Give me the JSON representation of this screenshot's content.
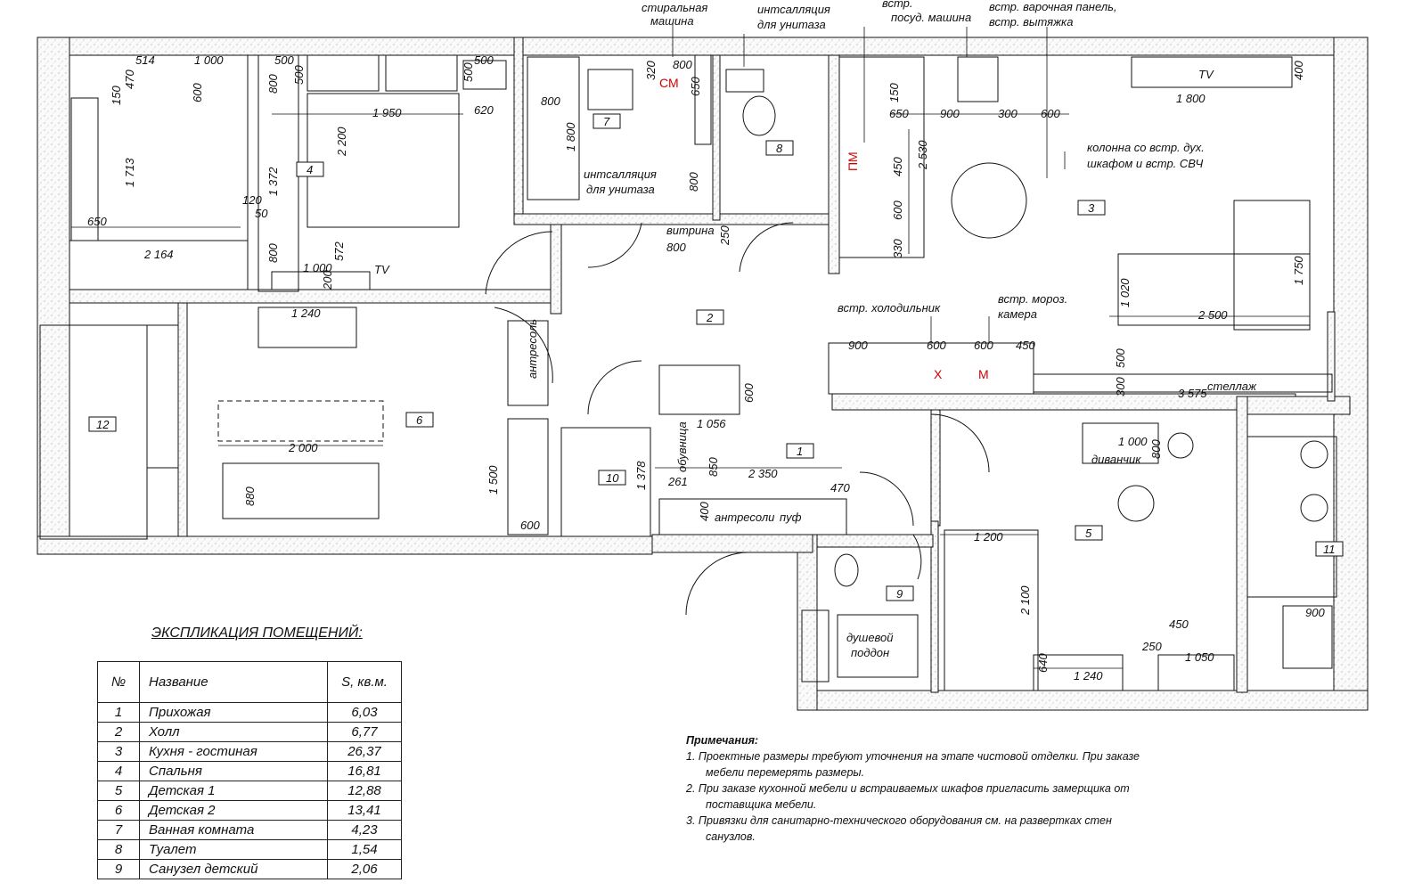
{
  "callouts": {
    "washing_machine": [
      "стиральная",
      "машина"
    ],
    "toilet_install_top": [
      "интсалляция",
      "для унитаза"
    ],
    "dishwasher": [
      "встр.",
      "посуд. машина"
    ],
    "hob": [
      "встр. варочная панель,",
      "встр. вытяжка"
    ],
    "oven_column": [
      "колонна со встр.  дух.",
      "шкафом и встр. СВЧ"
    ],
    "fridge": "встр. холодильник",
    "freezer": [
      "встр. мороз.",
      "камера"
    ],
    "toilet_install_bath": [
      "интсалляция",
      "для унитаза"
    ]
  },
  "labels": {
    "tv_kitchen": "TV",
    "tv_bedroom": "TV",
    "vitrina": "витрина",
    "antresol": "антресоль",
    "obuvnitsa": "обувница",
    "antresoli": "антресоли",
    "puf": "пуф",
    "stellazh": "стеллаж",
    "divanchik": "диванчик",
    "shower": [
      "душевой",
      "поддон"
    ],
    "cm": "СМ",
    "pm": "ПМ",
    "fridge_mark": "Х",
    "freezer_mark": "М"
  },
  "room_numbers": [
    "1",
    "2",
    "3",
    "4",
    "5",
    "6",
    "7",
    "8",
    "9",
    "10",
    "11",
    "12"
  ],
  "dimensions": {
    "d514": "514",
    "d1000a": "1 000",
    "d470": "470",
    "d150a": "150",
    "d600a": "600",
    "d1713": "1 713",
    "d650a": "650",
    "d2164": "2 164",
    "d120": "120",
    "d50": "50",
    "d500a": "500",
    "d500b": "500",
    "d800a": "800",
    "d1372": "1 372",
    "d1950": "1 950",
    "d2200": "2 200",
    "d500c": "500",
    "d500d": "500",
    "d620": "620",
    "d800b": "800",
    "d1000b": "1 000",
    "d572": "572",
    "d200": "200",
    "d800c": "800",
    "d1800a": "1 800",
    "d800d": "800",
    "d320": "320",
    "d800e": "800",
    "d650b": "650",
    "d800f": "800",
    "d250a": "250",
    "d800g": "800",
    "d150b": "150",
    "d650c": "650",
    "d900a": "900",
    "d300a": "300",
    "d600b": "600",
    "d2530": "2 530",
    "d450a": "450",
    "d600c": "600",
    "d330": "330",
    "d1800b": "1 800",
    "d400a": "400",
    "d1750": "1 750",
    "d1020": "1 020",
    "d2500": "2 500",
    "d500e": "500",
    "d300b": "300",
    "d3575": "3 575",
    "d900b": "900",
    "d600d": "600",
    "d600e": "600",
    "d450b": "450",
    "d1240a": "1 240",
    "d2000": "2 000",
    "d880": "880",
    "d1500": "1 500",
    "d600f": "600",
    "d600g": "600",
    "d1056": "1 056",
    "d1378": "1 378",
    "d850": "850",
    "d261": "261",
    "d2350": "2 350",
    "d470b": "470",
    "d400b": "400",
    "d1000c": "1 000",
    "d800h": "800",
    "d1200": "1 200",
    "d2100": "2 100",
    "d450c": "450",
    "d250b": "250",
    "d640": "640",
    "d1240b": "1 240",
    "d1050": "1 050",
    "d900c": "900"
  },
  "explication": {
    "title": "ЭКСПЛИКАЦИЯ ПОМЕЩЕНИЙ:",
    "headers": [
      "№",
      "Название",
      "S, кв.м."
    ],
    "rows": [
      [
        "1",
        "Прихожая",
        "6,03"
      ],
      [
        "2",
        "Холл",
        "6,77"
      ],
      [
        "3",
        "Кухня - гостиная",
        "26,37"
      ],
      [
        "4",
        "Спальня",
        "16,81"
      ],
      [
        "5",
        "Детская 1",
        "12,88"
      ],
      [
        "6",
        "Детская 2",
        "13,41"
      ],
      [
        "7",
        "Ванная комната",
        "4,23"
      ],
      [
        "8",
        "Туалет",
        "1,54"
      ],
      [
        "9",
        "Санузел детский",
        "2,06"
      ]
    ]
  },
  "notes": {
    "title": "Примечания:",
    "items": [
      [
        "1. Проектные размеры требуют уточнения на этапе чистовой отделки. При заказе",
        "мебели перемерять размеры."
      ],
      [
        "2. При заказе кухонной мебели и встраиваемых шкафов пригласить замерщика от",
        "поставщика мебели."
      ],
      [
        "3. Привязки для санитарно-технического оборудования см. на развертках стен",
        "санузлов."
      ]
    ]
  },
  "colors": {
    "line": "#111111",
    "red_mark": "#d20000",
    "hatch": "#9a9a9a"
  }
}
